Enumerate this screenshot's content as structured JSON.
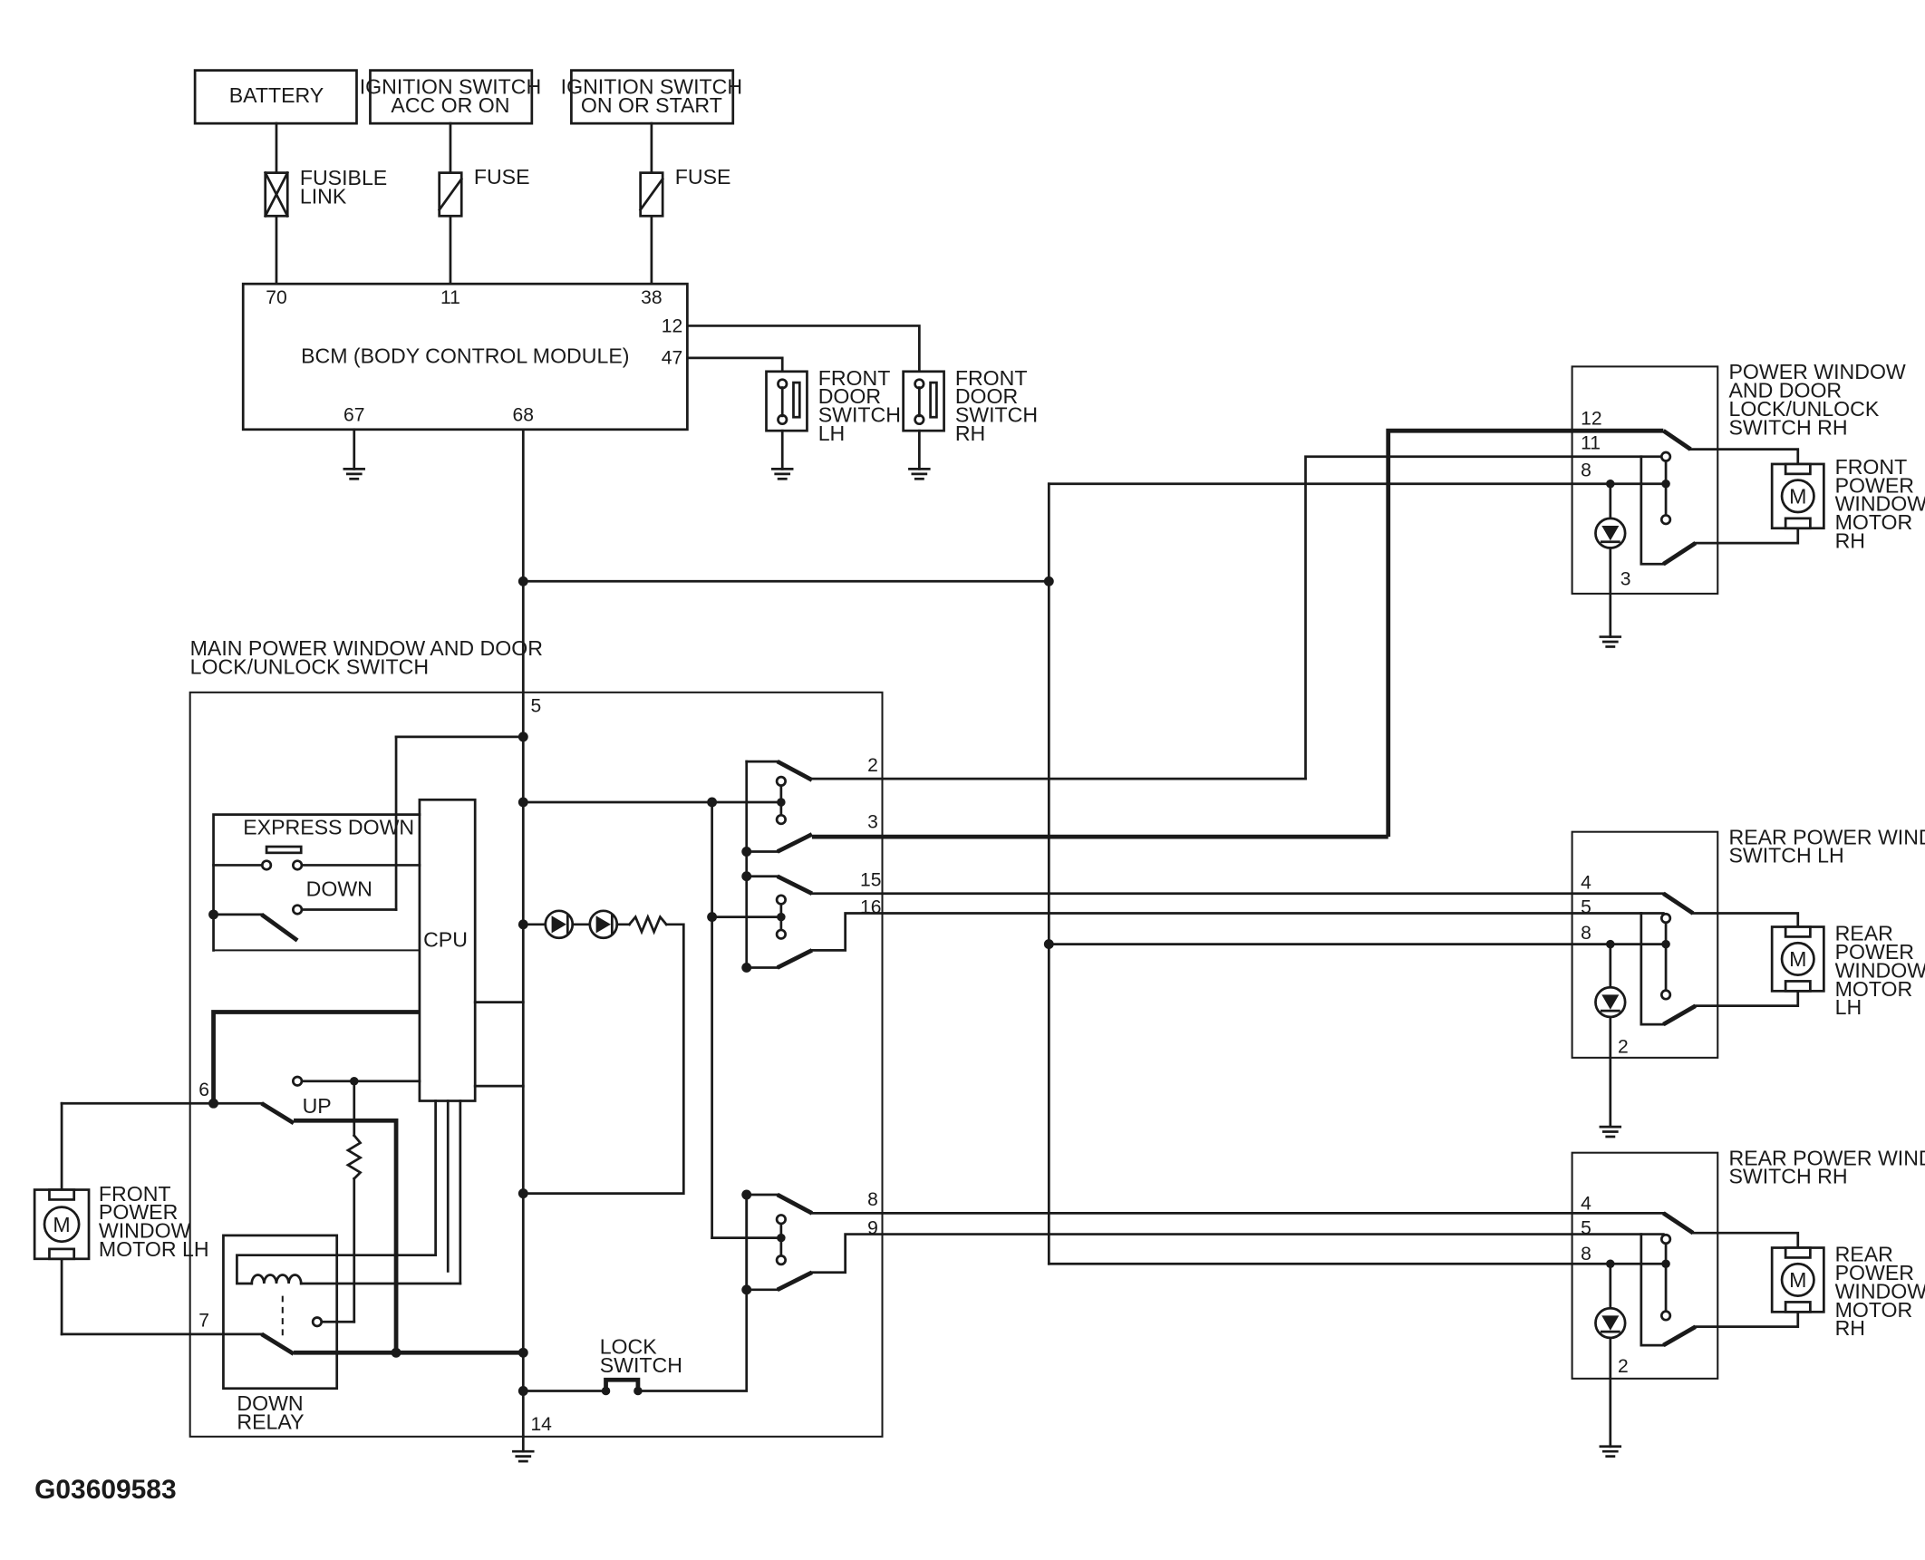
{
  "supply": {
    "battery": "BATTERY",
    "ign_acc": [
      "IGNITION SWITCH",
      "ACC OR ON"
    ],
    "ign_on": [
      "IGNITION SWITCH",
      "ON OR START"
    ],
    "fusible_link": [
      "FUSIBLE",
      "LINK"
    ],
    "fuse": "FUSE"
  },
  "bcm": {
    "label": "BCM (BODY CONTROL MODULE)",
    "pins": {
      "p70": "70",
      "p11": "11",
      "p38": "38",
      "p12": "12",
      "p47": "47",
      "p67": "67",
      "p68": "68"
    }
  },
  "door_switches": {
    "lh": [
      "FRONT",
      "DOOR",
      "SWITCH",
      "LH"
    ],
    "rh": [
      "FRONT",
      "DOOR",
      "SWITCH",
      "RH"
    ]
  },
  "main_switch": {
    "title": [
      "MAIN POWER WINDOW AND DOOR",
      "LOCK/UNLOCK SWITCH"
    ],
    "cpu": "CPU",
    "express_down": "EXPRESS DOWN",
    "down": "DOWN",
    "up": "UP",
    "down_relay": [
      "DOWN",
      "RELAY"
    ],
    "lock_switch": [
      "LOCK",
      "SWITCH"
    ],
    "pins": {
      "p5": "5",
      "p6": "6",
      "p7": "7",
      "p14": "14",
      "p2": "2",
      "p3": "3",
      "p15": "15",
      "p16": "16",
      "p8": "8",
      "p9": "9"
    }
  },
  "front_motor_lh": {
    "symbol": "M",
    "label": [
      "FRONT",
      "POWER",
      "WINDOW",
      "MOTOR LH"
    ]
  },
  "rh_switch": {
    "title": [
      "POWER WINDOW",
      "AND DOOR",
      "LOCK/UNLOCK",
      "SWITCH RH"
    ],
    "pins": {
      "p12": "12",
      "p11": "11",
      "p8": "8",
      "p3": "3"
    },
    "motor_symbol": "M",
    "motor_label": [
      "FRONT",
      "POWER",
      "WINDOW",
      "MOTOR",
      "RH"
    ]
  },
  "rear_lh": {
    "title": [
      "REAR POWER WINDOW",
      "SWITCH LH"
    ],
    "pins": {
      "p4": "4",
      "p5": "5",
      "p8": "8",
      "p2": "2"
    },
    "motor_symbol": "M",
    "motor_label": [
      "REAR",
      "POWER",
      "WINDOW",
      "MOTOR",
      "LH"
    ]
  },
  "rear_rh": {
    "title": [
      "REAR POWER WINDOW",
      "SWITCH RH"
    ],
    "pins": {
      "p4": "4",
      "p5": "5",
      "p8": "8",
      "p2": "2"
    },
    "motor_symbol": "M",
    "motor_label": [
      "REAR",
      "POWER",
      "WINDOW",
      "MOTOR",
      "RH"
    ]
  },
  "figure_id": "G03609583"
}
